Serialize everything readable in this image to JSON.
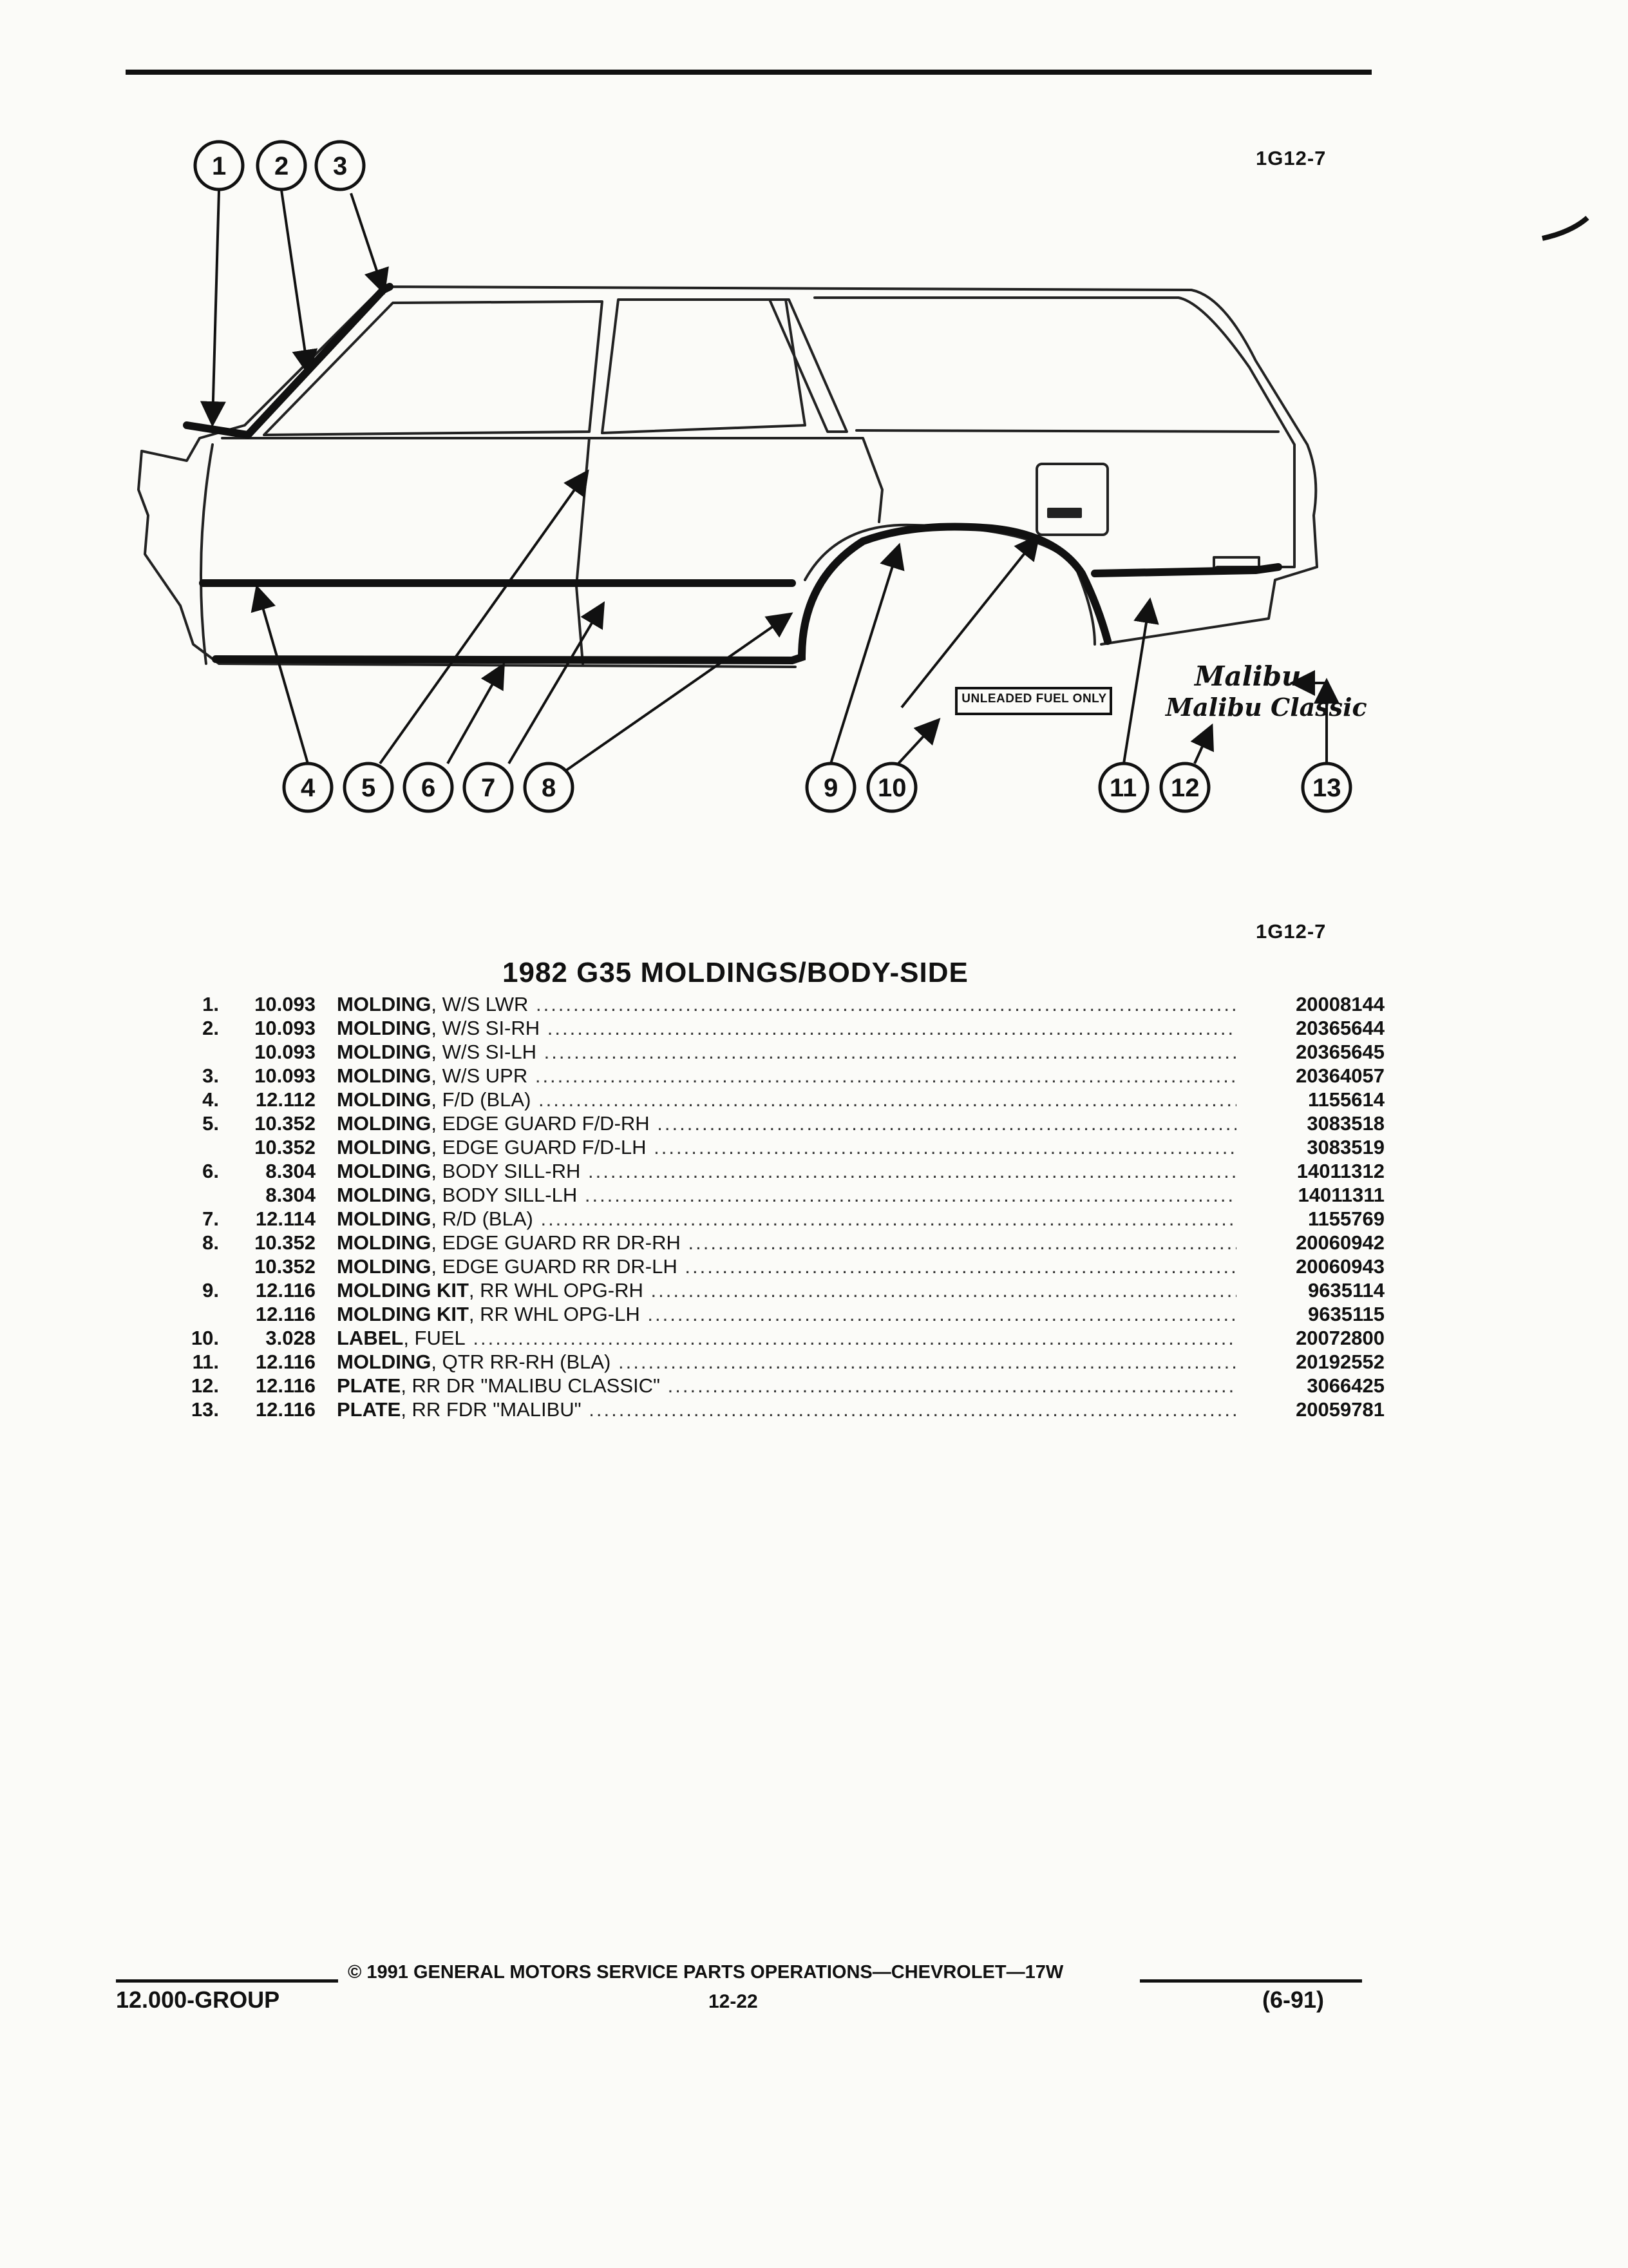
{
  "page": {
    "figure_code_top": "1G12-7",
    "figure_code_bottom": "1G12-7",
    "title": "1982 G35 MOLDINGS/BODY-SIDE"
  },
  "diagram": {
    "callouts": [
      "1",
      "2",
      "3",
      "4",
      "5",
      "6",
      "7",
      "8",
      "9",
      "10",
      "11",
      "12",
      "13"
    ],
    "fuel_label_text": "UNLEADED FUEL ONLY",
    "emblem_malibu": "Malibu",
    "emblem_malibu_classic": "Malibu Classic"
  },
  "parts": [
    {
      "num": "1.",
      "group": "10.093",
      "name": "MOLDING",
      "detail": ", W/S LWR",
      "part": "20008144"
    },
    {
      "num": "2.",
      "group": "10.093",
      "name": "MOLDING",
      "detail": ", W/S SI-RH",
      "part": "20365644"
    },
    {
      "num": "",
      "group": "10.093",
      "name": "MOLDING",
      "detail": ", W/S SI-LH",
      "part": "20365645"
    },
    {
      "num": "3.",
      "group": "10.093",
      "name": "MOLDING",
      "detail": ", W/S UPR",
      "part": "20364057"
    },
    {
      "num": "4.",
      "group": "12.112",
      "name": "MOLDING",
      "detail": ", F/D (BLA)",
      "part": "1155614"
    },
    {
      "num": "5.",
      "group": "10.352",
      "name": "MOLDING",
      "detail": ", EDGE GUARD F/D-RH",
      "part": "3083518"
    },
    {
      "num": "",
      "group": "10.352",
      "name": "MOLDING",
      "detail": ", EDGE GUARD F/D-LH",
      "part": "3083519"
    },
    {
      "num": "6.",
      "group": "8.304",
      "name": "MOLDING",
      "detail": ", BODY SILL-RH",
      "part": "14011312"
    },
    {
      "num": "",
      "group": "8.304",
      "name": "MOLDING",
      "detail": ", BODY SILL-LH",
      "part": "14011311"
    },
    {
      "num": "7.",
      "group": "12.114",
      "name": "MOLDING",
      "detail": ", R/D (BLA)",
      "part": "1155769"
    },
    {
      "num": "8.",
      "group": "10.352",
      "name": "MOLDING",
      "detail": ", EDGE GUARD RR DR-RH",
      "part": "20060942"
    },
    {
      "num": "",
      "group": "10.352",
      "name": "MOLDING",
      "detail": ", EDGE GUARD RR DR-LH",
      "part": "20060943"
    },
    {
      "num": "9.",
      "group": "12.116",
      "name": "MOLDING KIT",
      "detail": ", RR WHL OPG-RH",
      "part": "9635114"
    },
    {
      "num": "",
      "group": "12.116",
      "name": "MOLDING KIT",
      "detail": ", RR WHL OPG-LH",
      "part": "9635115"
    },
    {
      "num": "10.",
      "group": "3.028",
      "name": "LABEL",
      "detail": ", FUEL",
      "part": "20072800"
    },
    {
      "num": "11.",
      "group": "12.116",
      "name": "MOLDING",
      "detail": ", QTR RR-RH (BLA)",
      "part": "20192552"
    },
    {
      "num": "12.",
      "group": "12.116",
      "name": "PLATE",
      "detail": ", RR DR \"MALIBU CLASSIC\"",
      "part": "3066425"
    },
    {
      "num": "13.",
      "group": "12.116",
      "name": "PLATE",
      "detail": ", RR FDR \"MALIBU\"",
      "part": "20059781"
    }
  ],
  "footer": {
    "copyright": "© 1991 GENERAL MOTORS SERVICE PARTS OPERATIONS—CHEVROLET—17W",
    "group": "12.000-GROUP",
    "page_number": "12-22",
    "date": "(6-91)"
  }
}
